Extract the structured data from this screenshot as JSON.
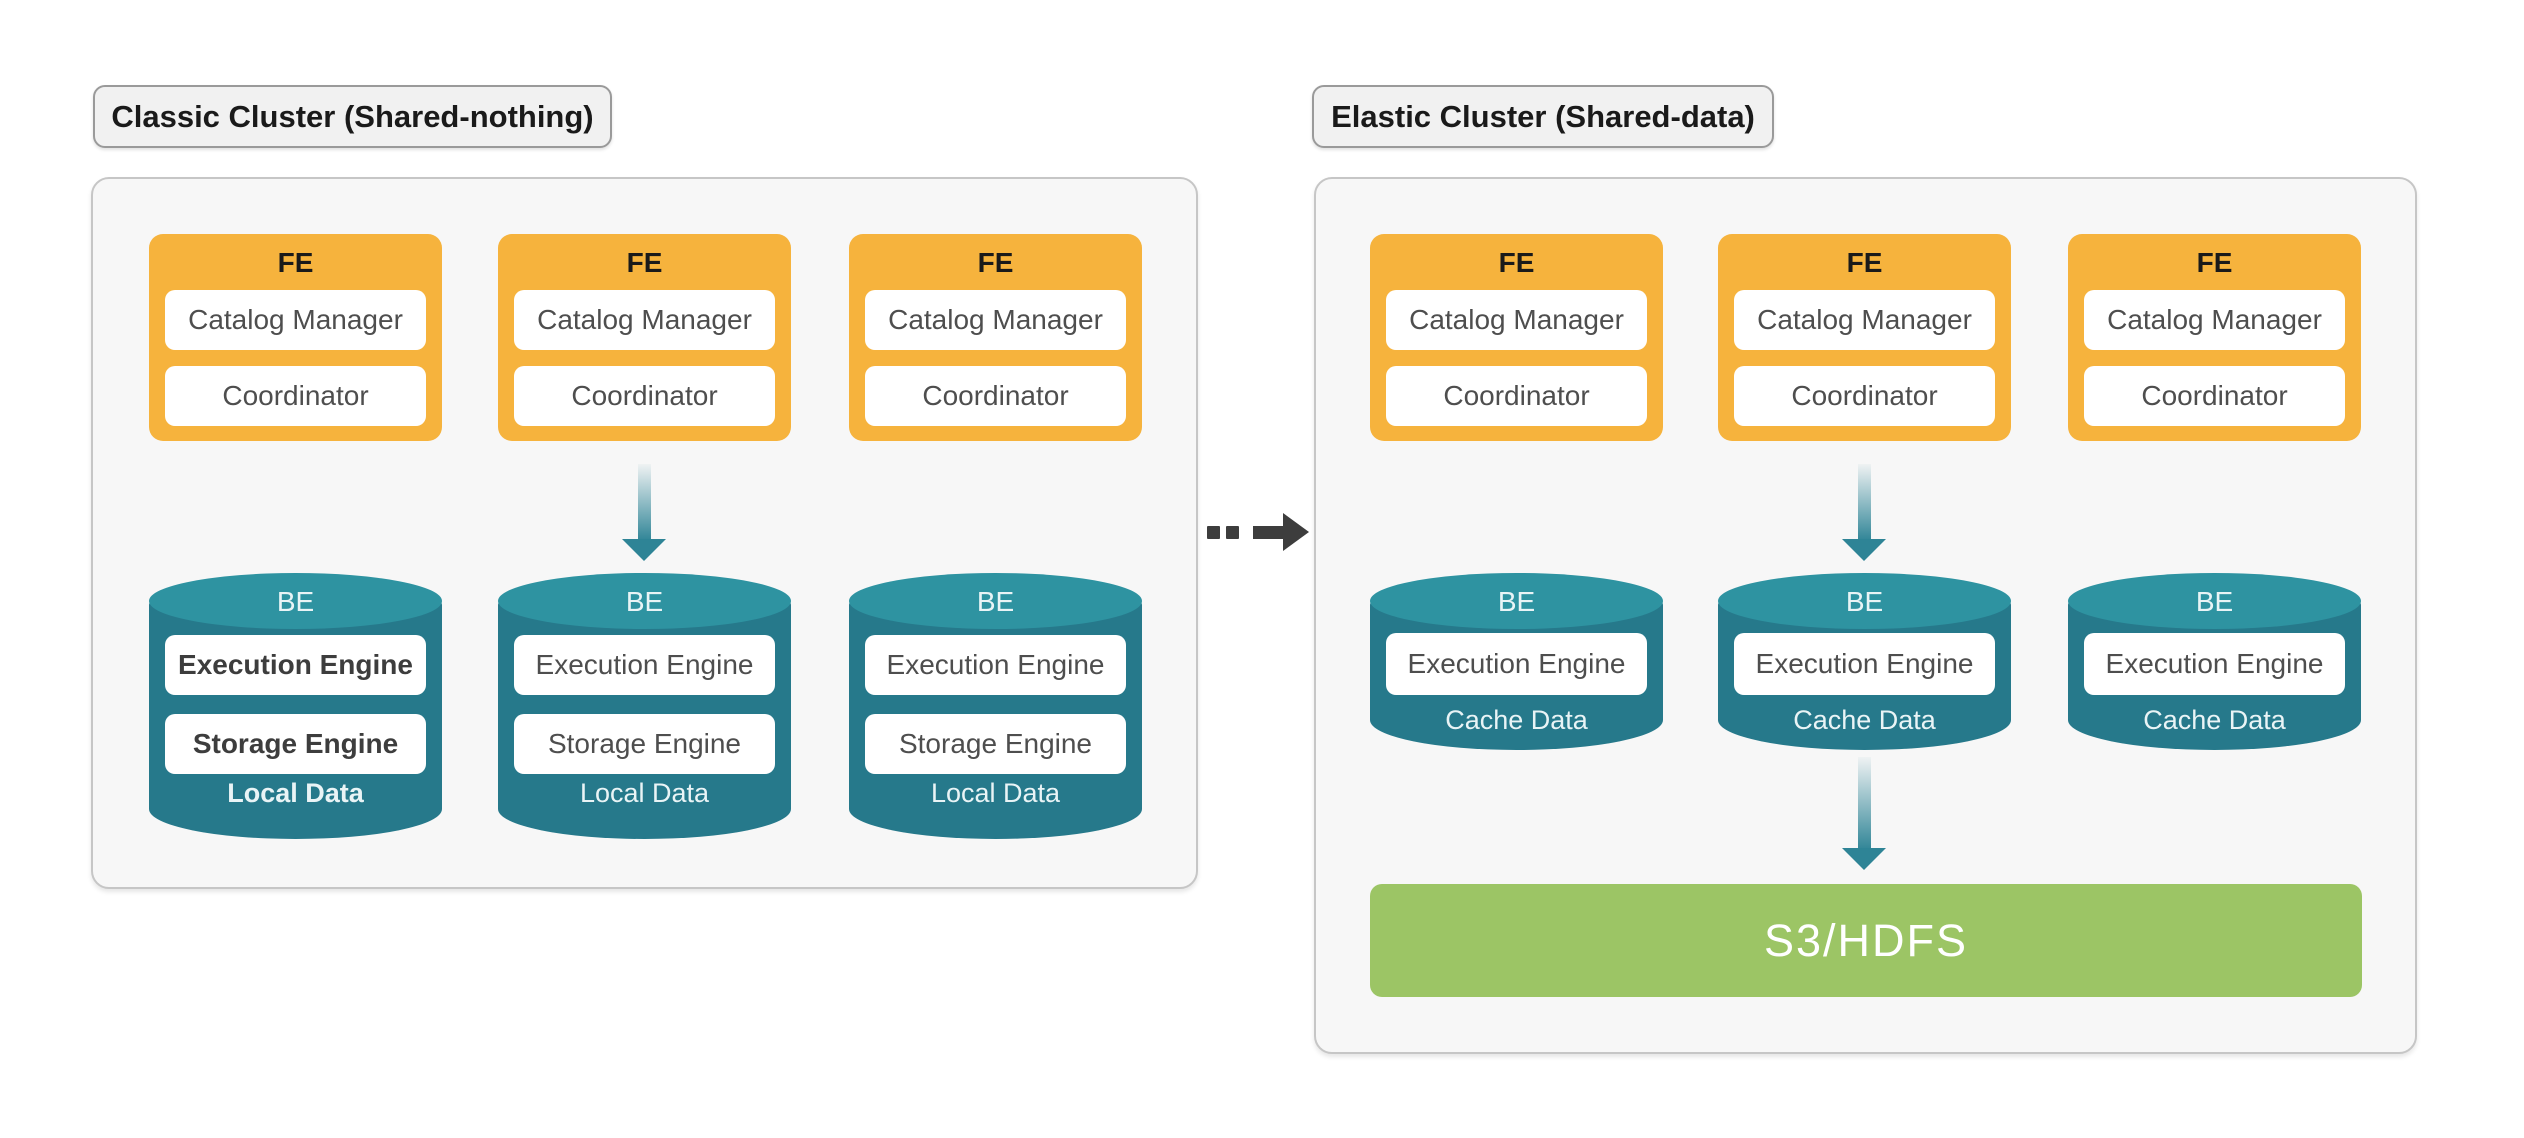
{
  "colors": {
    "page_bg": "#ffffff",
    "panel_bg": "#f7f7f7",
    "panel_border": "#c6c6c6",
    "label_bg": "#f1f1f1",
    "label_border": "#9a9a9a",
    "fe_fill": "#f6b33d",
    "be_body": "#26798b",
    "be_top": "#2e93a1",
    "storage_fill": "#9cc565",
    "arrow_teal": "#2e8496",
    "arrow_dark": "#3d3d3d",
    "box_bg": "#ffffff",
    "box_text": "#4e4e4e",
    "header_dark": "#1a1a1a",
    "light_text": "#e9f4f6"
  },
  "clusters": [
    {
      "title": "Classic Cluster (Shared-nothing)",
      "fe_nodes": [
        {
          "header": "FE",
          "modules": [
            "Catalog Manager",
            "Coordinator"
          ]
        },
        {
          "header": "FE",
          "modules": [
            "Catalog Manager",
            "Coordinator"
          ]
        },
        {
          "header": "FE",
          "modules": [
            "Catalog Manager",
            "Coordinator"
          ]
        }
      ],
      "be_nodes": [
        {
          "header": "BE",
          "modules": [
            "Execution Engine",
            "Storage Engine"
          ],
          "data_label": "Local Data"
        },
        {
          "header": "BE",
          "modules": [
            "Execution Engine",
            "Storage Engine"
          ],
          "data_label": "Local Data"
        },
        {
          "header": "BE",
          "modules": [
            "Execution Engine",
            "Storage Engine"
          ],
          "data_label": "Local Data"
        }
      ]
    },
    {
      "title": "Elastic Cluster (Shared-data)",
      "fe_nodes": [
        {
          "header": "FE",
          "modules": [
            "Catalog Manager",
            "Coordinator"
          ]
        },
        {
          "header": "FE",
          "modules": [
            "Catalog Manager",
            "Coordinator"
          ]
        },
        {
          "header": "FE",
          "modules": [
            "Catalog Manager",
            "Coordinator"
          ]
        }
      ],
      "be_nodes": [
        {
          "header": "BE",
          "modules": [
            "Execution Engine"
          ],
          "data_label": "Cache Data"
        },
        {
          "header": "BE",
          "modules": [
            "Execution Engine"
          ],
          "data_label": "Cache Data"
        },
        {
          "header": "BE",
          "modules": [
            "Execution Engine"
          ],
          "data_label": "Cache Data"
        }
      ],
      "storage_label": "S3/HDFS"
    }
  ]
}
